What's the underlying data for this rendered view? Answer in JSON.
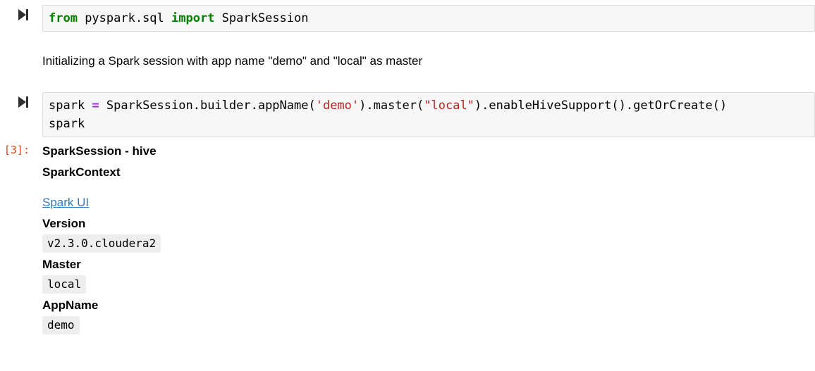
{
  "colors": {
    "keyword_green": "#008000",
    "string_red": "#ba2121",
    "operator_purple": "#aa22ff",
    "prompt_orange": "#d84315",
    "link_blue": "#337ab7",
    "code_bg": "#f7f7f7",
    "badge_bg": "#eeeeee"
  },
  "cells": {
    "cell1": {
      "run_icon": "run-cell-icon",
      "prompt": "",
      "code": {
        "kw_from": "from",
        "module": " pyspark.sql ",
        "kw_import": "import",
        "symbol": " SparkSession"
      }
    },
    "markdown": {
      "text": "Initializing a Spark session with app name \"demo\" and \"local\" as master"
    },
    "cell2": {
      "run_icon": "run-cell-icon",
      "prompt": "",
      "code": {
        "line1_a": "spark ",
        "line1_op": "=",
        "line1_b": " SparkSession.builder.appName(",
        "line1_str1": "'demo'",
        "line1_c": ").master(",
        "line1_str2": "\"local\"",
        "line1_d": ").enableHiveSupport().getOrCreate()",
        "line2": "spark"
      }
    },
    "output": {
      "prompt": "[3]:",
      "title_line1": "SparkSession - hive",
      "title_line2": "SparkContext",
      "link_label": "Spark UI",
      "properties": [
        {
          "name": "Version",
          "value": "v2.3.0.cloudera2"
        },
        {
          "name": "Master",
          "value": "local"
        },
        {
          "name": "AppName",
          "value": "demo"
        }
      ]
    }
  }
}
